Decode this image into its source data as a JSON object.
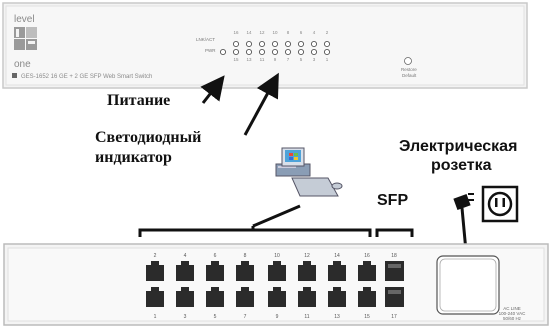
{
  "front_panel": {
    "logo_top": "level",
    "logo_bottom": "one",
    "model_text": "GES-1652  16 GE + 2 GE SFP Web Smart Switch",
    "led_row_label_top": "LNK/ACT",
    "led_row_label_bottom": "PWR",
    "led_top_numbers": [
      "16",
      "14",
      "12",
      "10",
      "8",
      "6",
      "4",
      "2"
    ],
    "led_bottom_numbers": [
      "15",
      "13",
      "11",
      "9",
      "7",
      "5",
      "3",
      "1"
    ],
    "reset_label_1": "Restore",
    "reset_label_2": "Default"
  },
  "labels": {
    "power": "Питание",
    "led_line1": "Светодиодный",
    "led_line2": "индикатор",
    "outlet_line1": "Электрическая",
    "outlet_line2": "розетка",
    "sfp": "SFP"
  },
  "rear_panel": {
    "port_numbers_top": [
      "2",
      "4",
      "6",
      "8",
      "10",
      "12",
      "14",
      "16"
    ],
    "port_numbers_bottom": [
      "1",
      "3",
      "5",
      "7",
      "9",
      "11",
      "13",
      "15"
    ],
    "sfp_top": "18",
    "sfp_bottom": "17",
    "power_text_1": "AC LINE",
    "power_text_2": "100-240 VAC",
    "power_text_3": "50/60 Hz"
  },
  "icons": [
    "computer-icon",
    "power-plug-icon",
    "wall-outlet-icon",
    "arrow-icon"
  ]
}
